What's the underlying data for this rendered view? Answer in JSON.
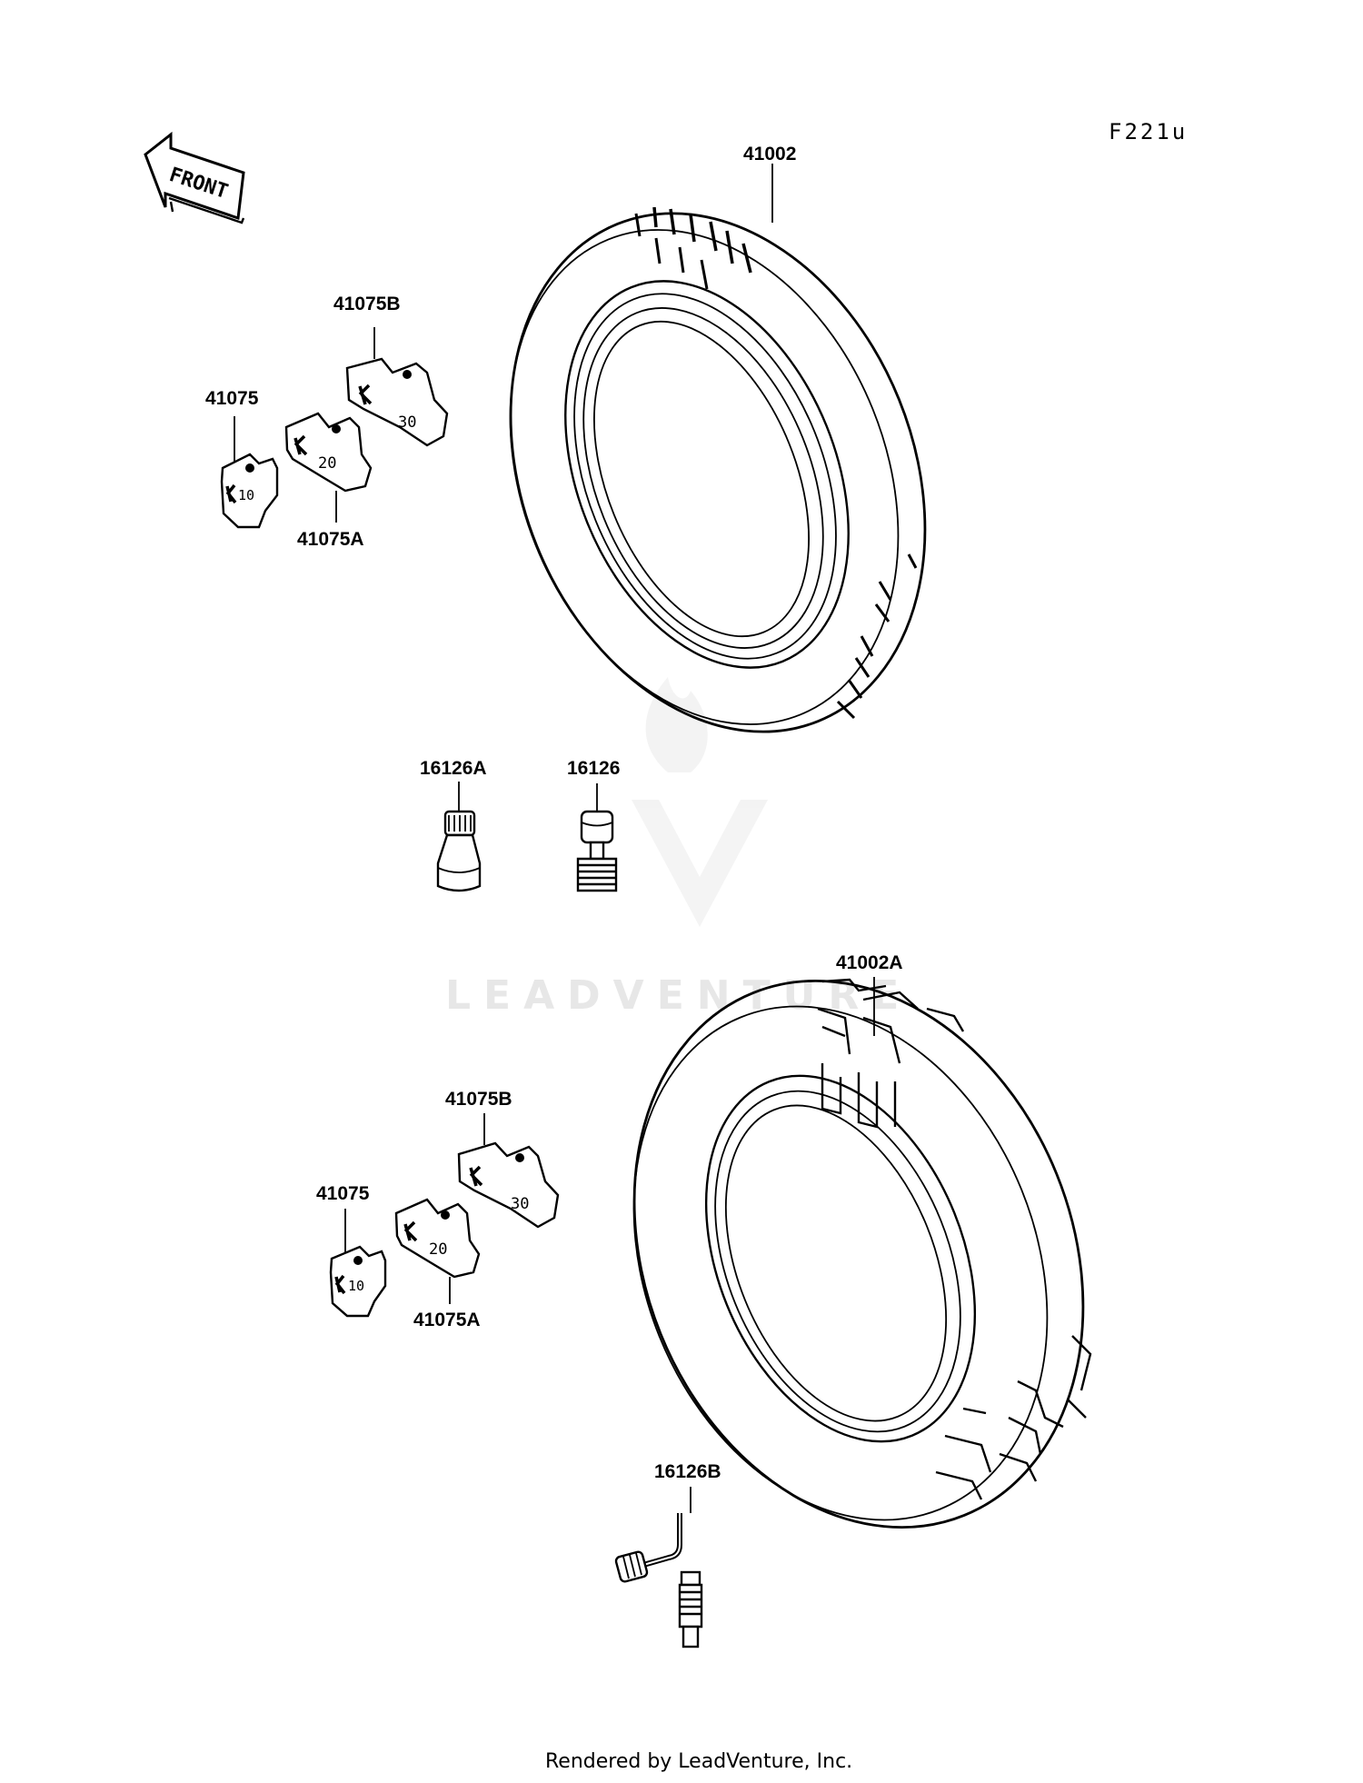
{
  "diagram": {
    "figure_code": "F221u",
    "front_arrow_label": "FRONT",
    "watermark": "LEADVENTURE",
    "footer": "Rendered by LeadVenture, Inc.",
    "parts": [
      {
        "id": "p-41002",
        "label": "41002"
      },
      {
        "id": "p-41075b-top",
        "label": "41075B"
      },
      {
        "id": "p-41075-top",
        "label": "41075"
      },
      {
        "id": "p-41075a-top",
        "label": "41075A"
      },
      {
        "id": "p-16126a",
        "label": "16126A"
      },
      {
        "id": "p-16126",
        "label": "16126"
      },
      {
        "id": "p-41002a",
        "label": "41002A"
      },
      {
        "id": "p-41075b-bot",
        "label": "41075B"
      },
      {
        "id": "p-41075-bot",
        "label": "41075"
      },
      {
        "id": "p-41075a-bot",
        "label": "41075A"
      },
      {
        "id": "p-16126b",
        "label": "16126B"
      }
    ],
    "weight_marks": {
      "k": "K",
      "w10": "10",
      "w20": "20",
      "w30": "30"
    }
  }
}
